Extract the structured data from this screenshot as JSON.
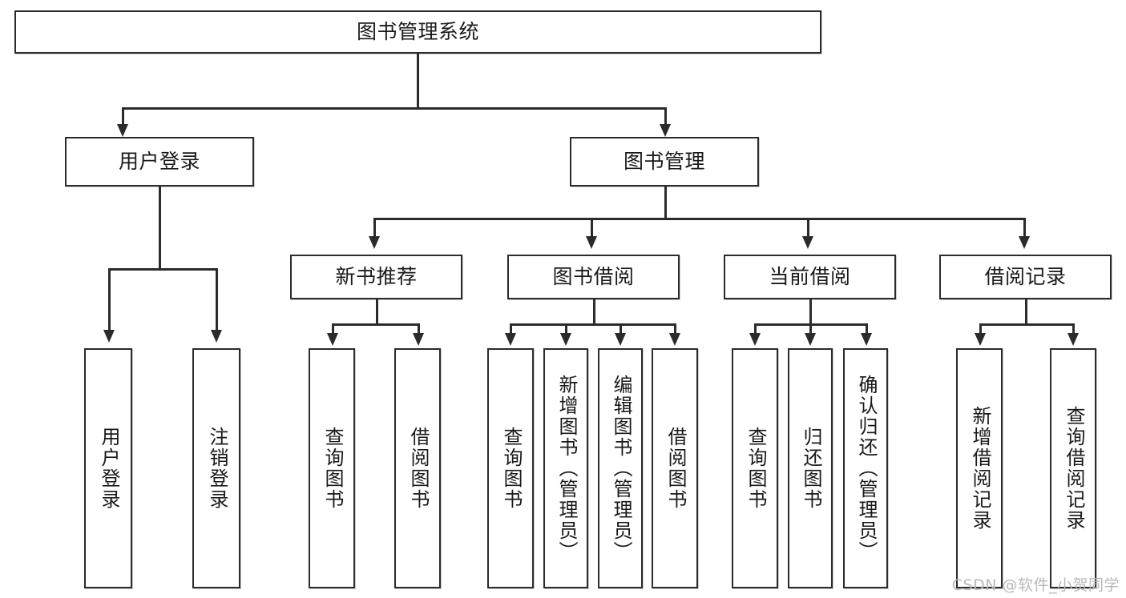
{
  "diagram": {
    "type": "org-chart",
    "title": "图书管理系统",
    "watermark": "CSDN @软件_小贺同学",
    "levels": {
      "root": {
        "label": "图书管理系统"
      },
      "level2": [
        {
          "label": "用户登录"
        },
        {
          "label": "图书管理"
        }
      ],
      "level3": [
        {
          "label": "新书推荐"
        },
        {
          "label": "图书借阅"
        },
        {
          "label": "当前借阅"
        },
        {
          "label": "借阅记录"
        }
      ],
      "leaves": {
        "user_login": [
          {
            "label": "用户登录"
          },
          {
            "label": "注销登录"
          }
        ],
        "new_book": [
          {
            "label": "查询图书"
          },
          {
            "label": "借阅图书"
          }
        ],
        "book_borrow": [
          {
            "label": "查询图书"
          },
          {
            "label": "新增图书（管理员）"
          },
          {
            "label": "编辑图书（管理员）"
          },
          {
            "label": "借阅图书"
          }
        ],
        "current_borrow": [
          {
            "label": "查询图书"
          },
          {
            "label": "归还图书"
          },
          {
            "label": "确认归还（管理员）"
          }
        ],
        "borrow_record": [
          {
            "label": "新增借阅记录"
          },
          {
            "label": "查询借阅记录"
          }
        ]
      }
    },
    "colors": {
      "stroke": "#2b2b2b",
      "fill": "#ffffff",
      "text": "#1a1a1a",
      "watermark": "#b9b9b9"
    }
  }
}
